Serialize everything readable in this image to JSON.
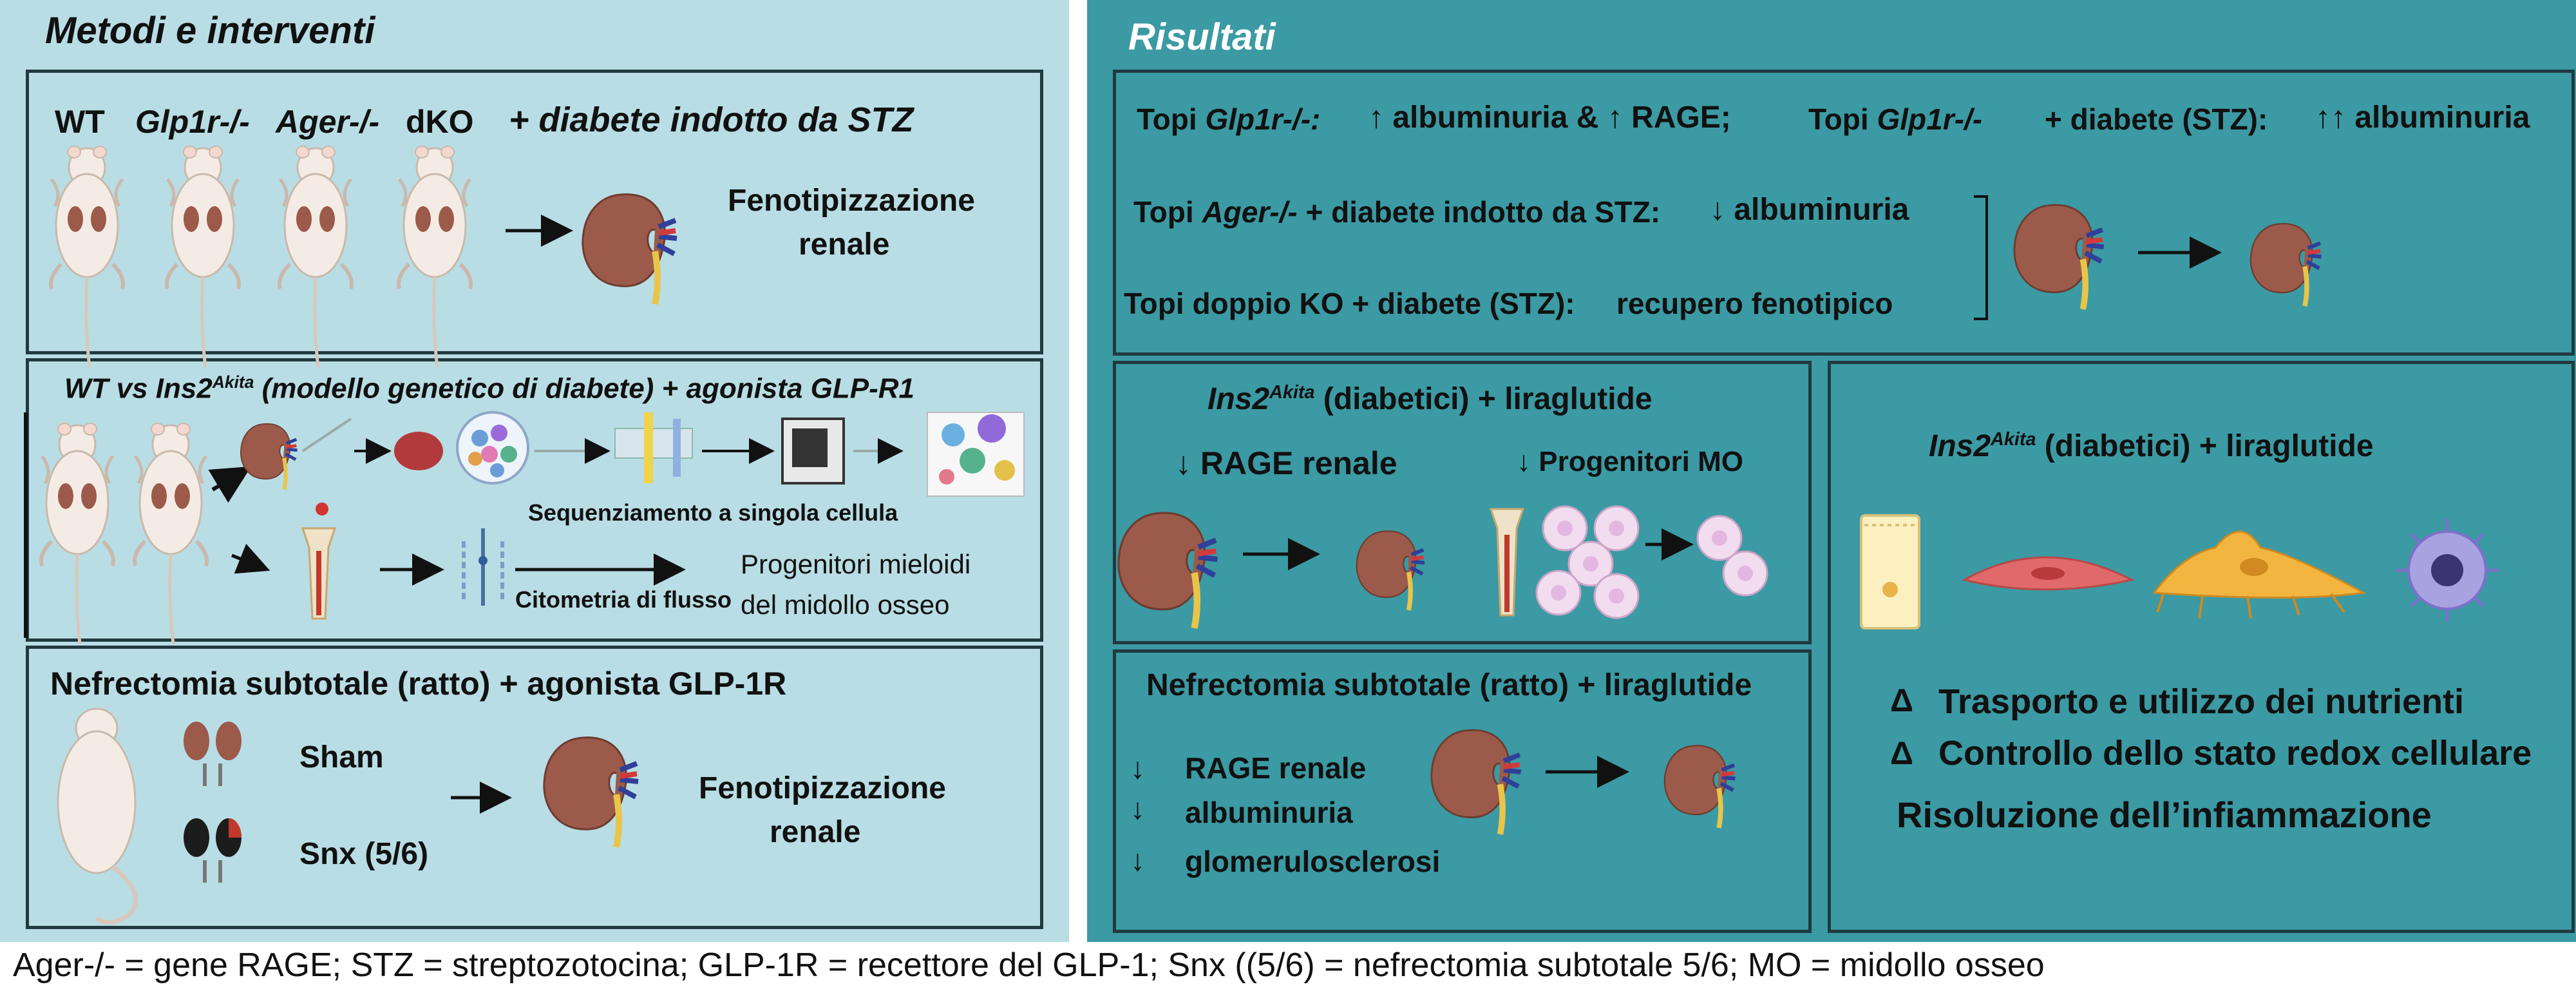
{
  "left": {
    "title": "Metodi e interventi",
    "box1": {
      "strains": [
        "WT",
        "Glp1r-/-",
        "Ager-/-",
        "dKO"
      ],
      "condition": "+ diabete indotto da STZ",
      "outcome_line1": "Fenotipizzazione",
      "outcome_line2": "renale"
    },
    "box2": {
      "title_a": "WT vs Ins2",
      "title_sup": "Akita",
      "title_b": " (modello genetico di diabete) + agonista GLP-R1",
      "seq_label": "Sequenziamento a singola cellula",
      "cyto_label": "Citometria di flusso",
      "progen_line1": "Progenitori mieloidi",
      "progen_line2": "del midollo osseo"
    },
    "box3": {
      "title": "Nefrectomia subtotale (ratto) + agonista GLP-1R",
      "sham": "Sham",
      "snx": "Snx (5/6)",
      "outcome_line1": "Fenotipizzazione",
      "outcome_line2": "renale"
    }
  },
  "right": {
    "title": "Risultati",
    "top": {
      "r1a_pre": "Topi ",
      "r1a_it": "Glp1r-/-:",
      "r1a_post": "↑ albuminuria & ↑ RAGE;",
      "r1b_pre": "Topi ",
      "r1b_it": "Glp1r-/-",
      "r1b_mid": "+ diabete (STZ):",
      "r1b_post": "↑↑ albuminuria",
      "r2_pre": "Topi ",
      "r2_it": "Ager-/-",
      "r2_mid": " + diabete indotto da STZ:",
      "r2_post": "↓ albuminuria",
      "r3_a": "Topi  doppio KO +  diabete (STZ):",
      "r3_b": "recupero fenotipico"
    },
    "mid_left": {
      "title_it": "Ins2",
      "title_sup": "Akita",
      "title_b": " (diabetici) + liraglutide",
      "rage": "↓  RAGE renale",
      "progen": "↓  Progenitori  MO"
    },
    "bottom_left": {
      "title": "Nefrectomia subtotale (ratto) + liraglutide",
      "arrow": "↓",
      "items": [
        "RAGE renale",
        "albuminuria",
        "glomerulosclerosi"
      ]
    },
    "right_box": {
      "title_it": "Ins2",
      "title_sup": "Akita",
      "title_b": " (diabetici) + liraglutide",
      "delta": "Δ",
      "item1": "Trasporto e utilizzo dei nutrienti",
      "item2": "Controllo dello stato redox cellulare",
      "item3": "Risoluzione dell’infiammazione"
    }
  },
  "footer": "Ager-/- = gene RAGE;  STZ = streptozotocina;  GLP-1R = recettore del GLP-1;  Snx ((5/6) = nefrectomia subtotale 5/6;  MO = midollo osseo",
  "colors": {
    "left_bg": "#b9dde4",
    "right_bg": "#3b9aa3",
    "kidney": "#9c5a4a",
    "border": "#1f3a40"
  }
}
